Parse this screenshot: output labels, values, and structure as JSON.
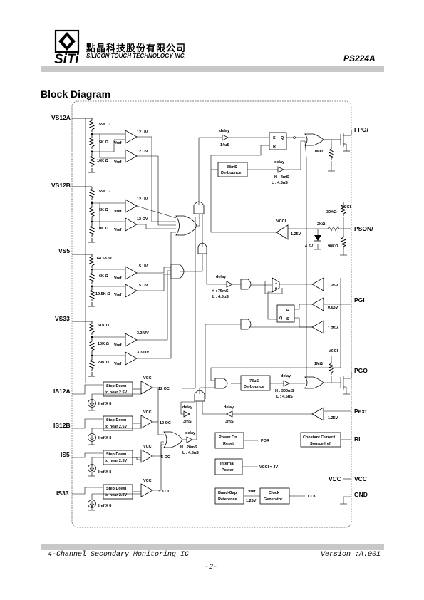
{
  "header": {
    "logo_text": "SiTi",
    "company_cn": "點晶科技股份有限公司",
    "company_en": "SILICON TOUCH TECHNOLOGY INC.",
    "part_number": "PS224A"
  },
  "section_title": "Block Diagram",
  "diagram": {
    "inputs": {
      "vs12a": "VS12A",
      "vs12b": "VS12B",
      "vs5": "VS5",
      "vs33": "VS33",
      "is12a": "IS12A",
      "is12b": "IS12B",
      "is5": "IS5",
      "is33": "IS33"
    },
    "outputs": {
      "fpo": "FPO/",
      "pson": "PSON/",
      "pgi": "PGI",
      "pgo": "PGO",
      "pext": "Pext",
      "ri": "RI",
      "vcc_in": "VCC",
      "vcc_out": "VCC",
      "gnd": "GND"
    },
    "resistors": {
      "r1": "159K Ω",
      "r2": "5K Ω",
      "r3": "10K Ω",
      "r4": "159K Ω",
      "r5": "5K Ω",
      "r6": "10K Ω",
      "r7": "64.5K Ω",
      "r8": "6K Ω",
      "r9": "19.5K Ω",
      "r10": "51K Ω",
      "r11": "10K Ω",
      "r12": "29K Ω",
      "r_fpo": "1MΩ",
      "r_pgo": "1MΩ",
      "r_2k": "2KΩ",
      "r_30k": "30KΩ",
      "r_90k": "90KΩ"
    },
    "comparators": {
      "c12uv_a": "12 UV",
      "c12ov_a": "12 OV",
      "c12uv_b": "12 UV",
      "c12ov_b": "12 OV",
      "c5uv": "5 UV",
      "c5ov": "5 OV",
      "c33uv": "3.3 UV",
      "c33ov": "3.3 OV",
      "vref": "Vref"
    },
    "oc": {
      "oc12a": "12 OC",
      "oc12b": "12 OC",
      "oc5": "5 OC",
      "oc33": "3.3 OC",
      "stepdown": "Step Down",
      "stepdown2": "to near 2.5V",
      "iref": "Iref X 8",
      "vcci": "VCCI"
    },
    "delays": {
      "d1": "delay",
      "d1_t": "14uS",
      "debounce38": "38mS",
      "debounce38_2": "De-bounce",
      "d2": "delay",
      "d2_h": "H : 4mS",
      "d2_l": "L : 4.5uS",
      "d3": "delay",
      "d3_h": "H : 75mS",
      "d3_l": "L : 4.5uS",
      "debounce73": "73uS",
      "debounce73_2": "De-bounce",
      "d4": "delay",
      "d4_h": "H : 300mS",
      "d4_l": "L : 4.5uS",
      "d5": "delay",
      "d5_t": "3mS",
      "d6": "delay",
      "d6_t": "3mS",
      "d7": "delay",
      "d7_h": "H : 20mS",
      "d7_l": "L : 4.5uS"
    },
    "refs": {
      "v125a": "1.25V",
      "v45": "4.5V",
      "v125b": "1.25V",
      "v063": "0.63V",
      "v125c": "1.25V",
      "v125d": "1.25V",
      "v125e": "1.25V"
    },
    "latch": {
      "s": "S",
      "r": "R",
      "q": "Q"
    },
    "blocks": {
      "por1": "Power On",
      "por2": "Reset",
      "por_out": "POR",
      "ip1": "Internal",
      "ip2": "Power",
      "ip_out": "VCCI = 4V",
      "bg1": "Band-Gap",
      "bg2": "Reference",
      "bg_vref": "Vref",
      "clk1": "Clock",
      "clk2": "Generator",
      "clk_out": "CLK",
      "ccs1": "Constant Current",
      "ccs2": "Source Iref"
    }
  },
  "footer": {
    "left": "4-Channel Secondary Monitoring IC",
    "right": "Version :A.001",
    "page": "-2-"
  }
}
